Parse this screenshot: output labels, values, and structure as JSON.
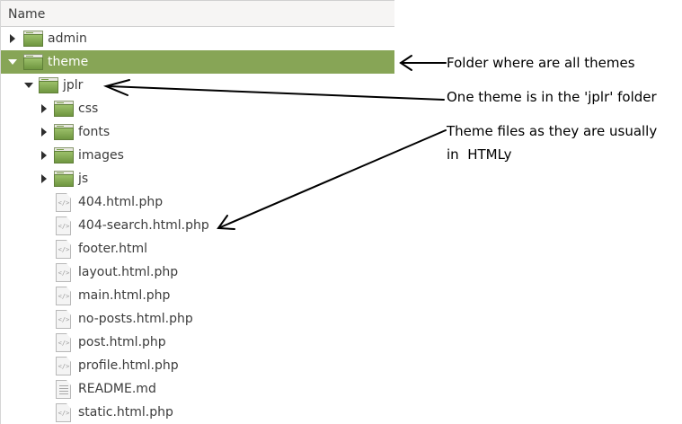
{
  "tree": {
    "column_header": "Name",
    "selected_color": "#87a556",
    "rows": [
      {
        "label": "admin",
        "type": "folder",
        "depth": 0,
        "state": "collapsed",
        "selected": false
      },
      {
        "label": "theme",
        "type": "folder",
        "depth": 0,
        "state": "expanded",
        "selected": true
      },
      {
        "label": "jplr",
        "type": "folder",
        "depth": 1,
        "state": "expanded",
        "selected": false
      },
      {
        "label": "css",
        "type": "folder",
        "depth": 2,
        "state": "collapsed",
        "selected": false
      },
      {
        "label": "fonts",
        "type": "folder",
        "depth": 2,
        "state": "collapsed",
        "selected": false
      },
      {
        "label": "images",
        "type": "folder",
        "depth": 2,
        "state": "collapsed",
        "selected": false
      },
      {
        "label": "js",
        "type": "folder",
        "depth": 2,
        "state": "collapsed",
        "selected": false
      },
      {
        "label": "404.html.php",
        "type": "code-file",
        "depth": 2
      },
      {
        "label": "404-search.html.php",
        "type": "code-file",
        "depth": 2
      },
      {
        "label": "footer.html",
        "type": "code-file",
        "depth": 2
      },
      {
        "label": "layout.html.php",
        "type": "code-file",
        "depth": 2
      },
      {
        "label": "main.html.php",
        "type": "code-file",
        "depth": 2
      },
      {
        "label": "no-posts.html.php",
        "type": "code-file",
        "depth": 2
      },
      {
        "label": "post.html.php",
        "type": "code-file",
        "depth": 2
      },
      {
        "label": "profile.html.php",
        "type": "code-file",
        "depth": 2
      },
      {
        "label": "README.md",
        "type": "text-file",
        "depth": 2
      },
      {
        "label": "static.html.php",
        "type": "code-file",
        "depth": 2
      }
    ]
  },
  "annotations": {
    "themes_folder": "Folder where are all themes",
    "jplr_folder": "One theme is in the 'jplr' folder",
    "theme_files_line1": "Theme files as they are usually",
    "theme_files_line2": "in  HTMLy"
  },
  "icons": {
    "folder": "folder-icon",
    "code_file": "code-file-icon",
    "text_file": "text-file-icon",
    "expander_collapsed": "triangle-right",
    "expander_expanded": "triangle-down",
    "code_glyph": "</>"
  }
}
